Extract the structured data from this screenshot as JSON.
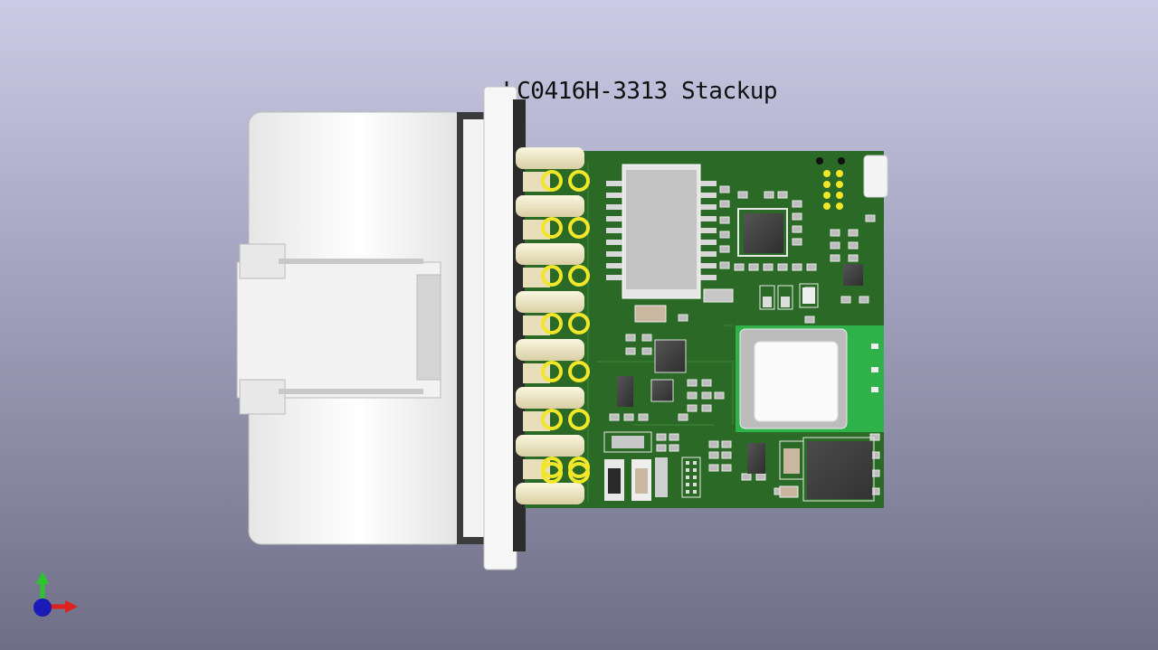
{
  "viewer": {
    "view_title": "LC0416H-3313 Stackup"
  },
  "axis_gizmo": {
    "x_color": "#e0201c",
    "y_color": "#2cc52c",
    "z_color": "#1a1ab8",
    "icons": [
      "x-axis-arrow",
      "y-axis-arrow",
      "z-axis-dot"
    ]
  },
  "colors": {
    "background_top": "#cbcbe6",
    "background_bottom": "#6e6e86",
    "pcb": "#2b6a26",
    "silkscreen": "#e8e8e8",
    "pad_gold": "#f1e62a",
    "connector_body": "#f4f4f4",
    "connector_pin": "#efe7c6",
    "module_green": "#2fb24a"
  }
}
